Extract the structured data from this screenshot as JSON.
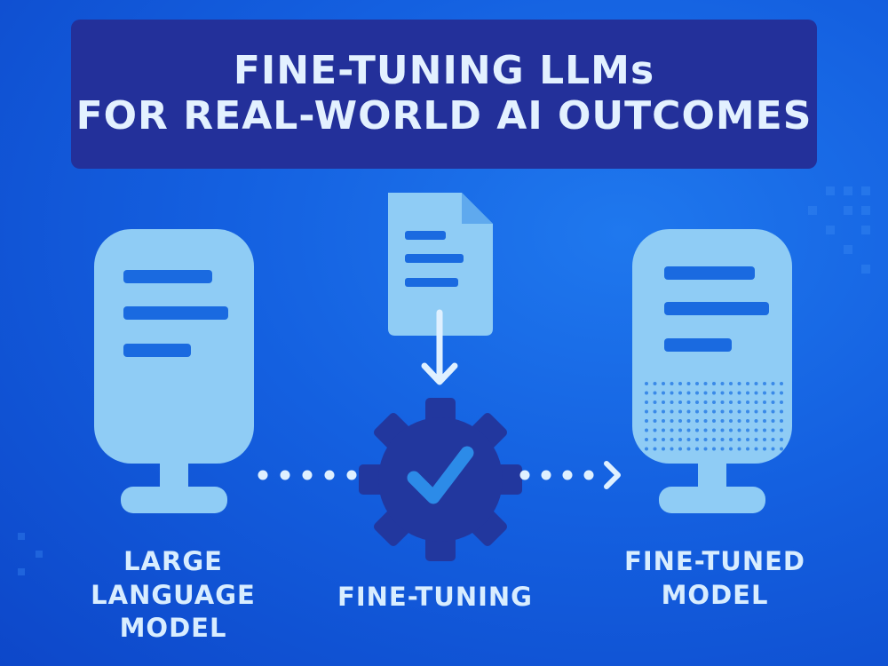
{
  "header": {
    "title_line1": "FINE-TUNING LLMs",
    "title_line2": "FOR REAL-WORLD AI OUTCOMES"
  },
  "diagram": {
    "nodes": [
      {
        "id": "llm",
        "label": "LARGE\nLANGUAGE\nMODEL",
        "icon": "server-icon"
      },
      {
        "id": "fine_tuning",
        "label": "FINE-TUNING",
        "icon": "gear-check-icon"
      },
      {
        "id": "tuned",
        "label": "FINE-TUNED\nMODEL",
        "icon": "server-dotted-icon"
      }
    ],
    "input_icon": "document-icon",
    "edges": [
      {
        "from": "document",
        "to": "fine_tuning",
        "style": "solid-arrow"
      },
      {
        "from": "llm",
        "to": "fine_tuning",
        "style": "dotted"
      },
      {
        "from": "fine_tuning",
        "to": "tuned",
        "style": "dotted-arrow"
      }
    ]
  },
  "colors": {
    "background": "#1460e0",
    "banner": "#23309a",
    "title_text": "#e3f1ff",
    "icon_fill": "#8fccf5",
    "icon_bars": "#1a6ae0",
    "gear": "#22379e",
    "check": "#2c8be8",
    "label_text": "#d8edff"
  }
}
